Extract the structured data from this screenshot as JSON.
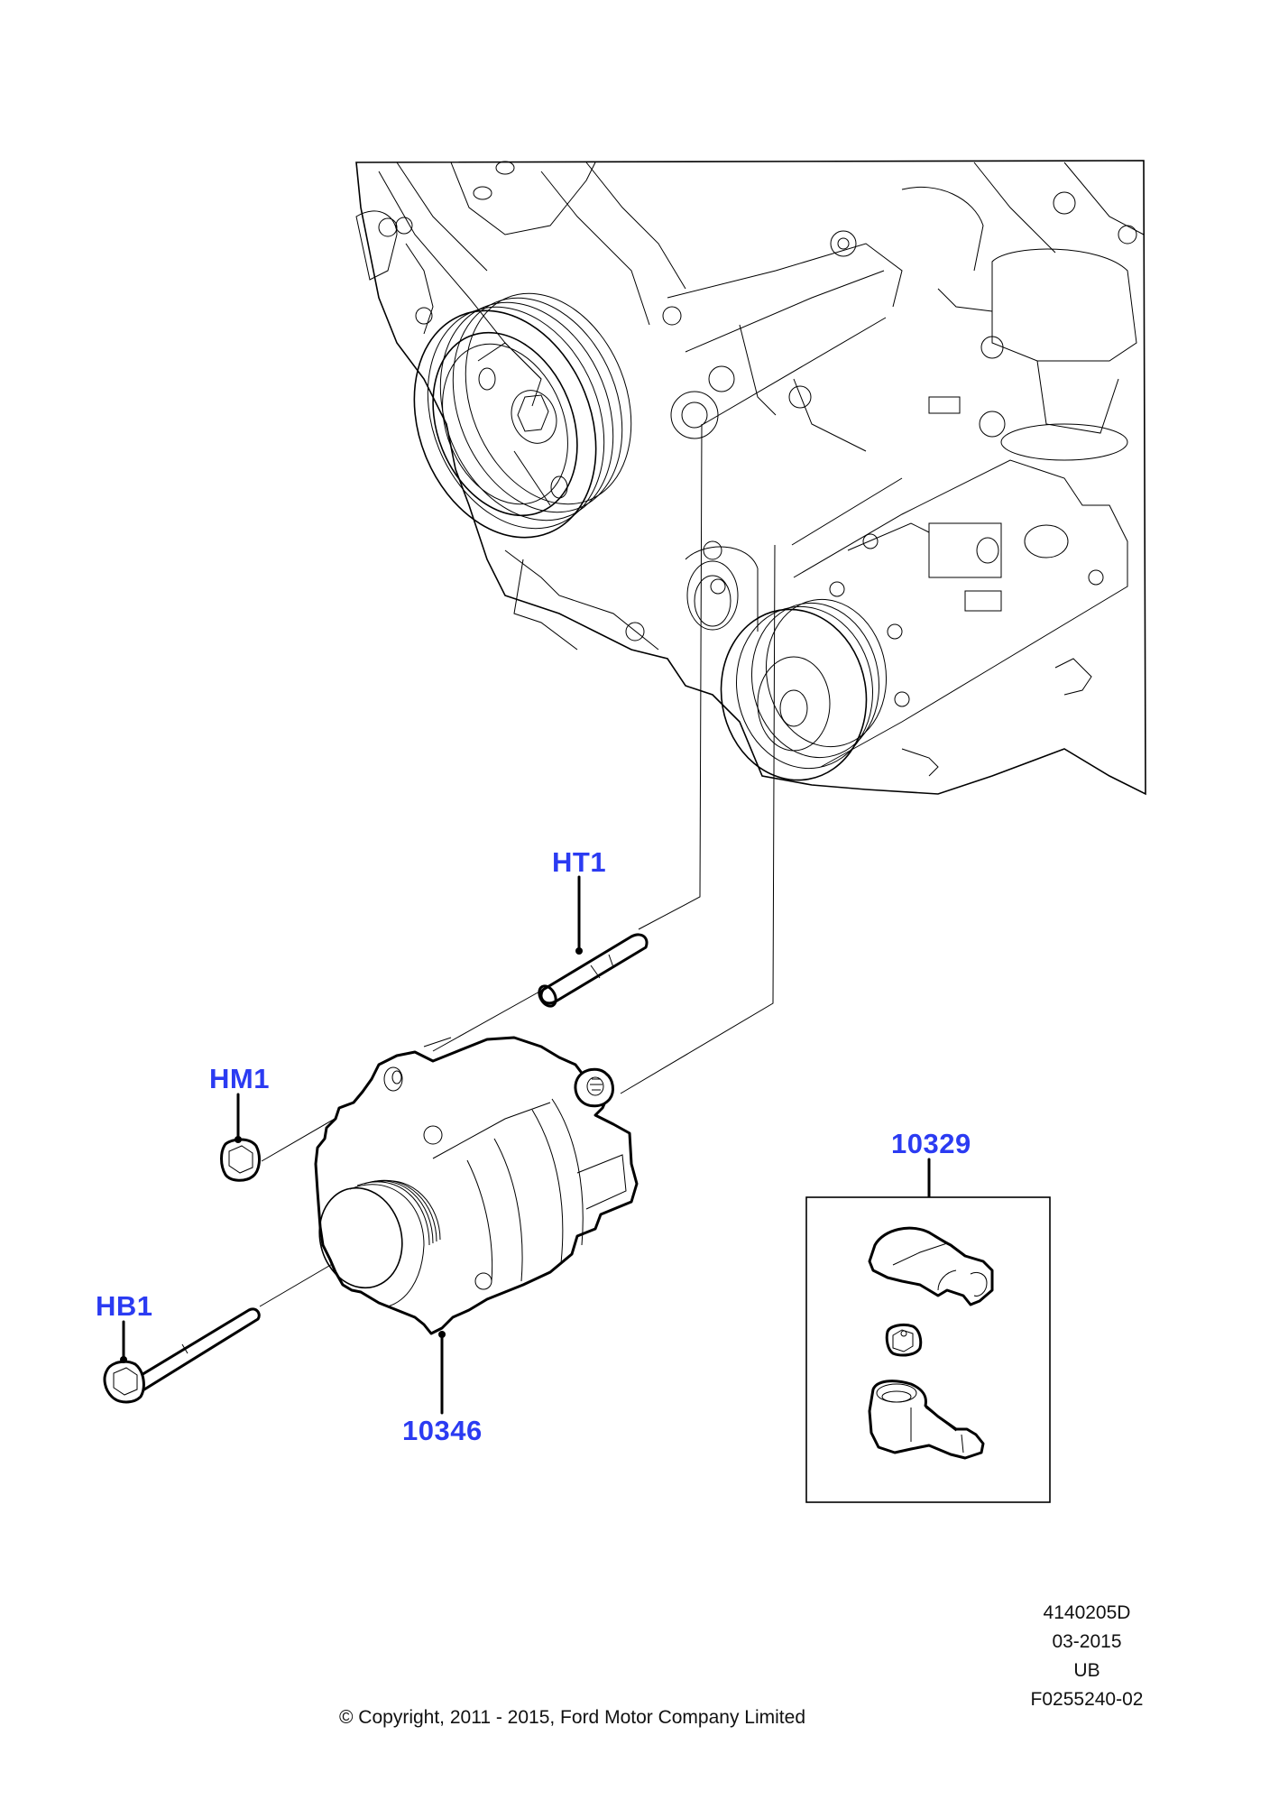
{
  "diagram": {
    "title": "Alternator and Mounting Parts",
    "callouts": [
      {
        "id": "HT1",
        "label": "HT1",
        "part": "stud"
      },
      {
        "id": "HM1",
        "label": "HM1",
        "part": "nut"
      },
      {
        "id": "HB1",
        "label": "HB1",
        "part": "bolt"
      },
      {
        "id": "10346",
        "label": "10346",
        "part": "alternator"
      },
      {
        "id": "10329",
        "label": "10329",
        "part": "terminal cover kit"
      }
    ],
    "label_color": "#2b3bf2",
    "line_color": "#000000"
  },
  "footer": {
    "code": "4140205D",
    "date": "03-2015",
    "region": "UB",
    "figure_id": "F0255240-02",
    "copyright": "© Copyright, 2011 - 2015, Ford Motor Company Limited"
  }
}
